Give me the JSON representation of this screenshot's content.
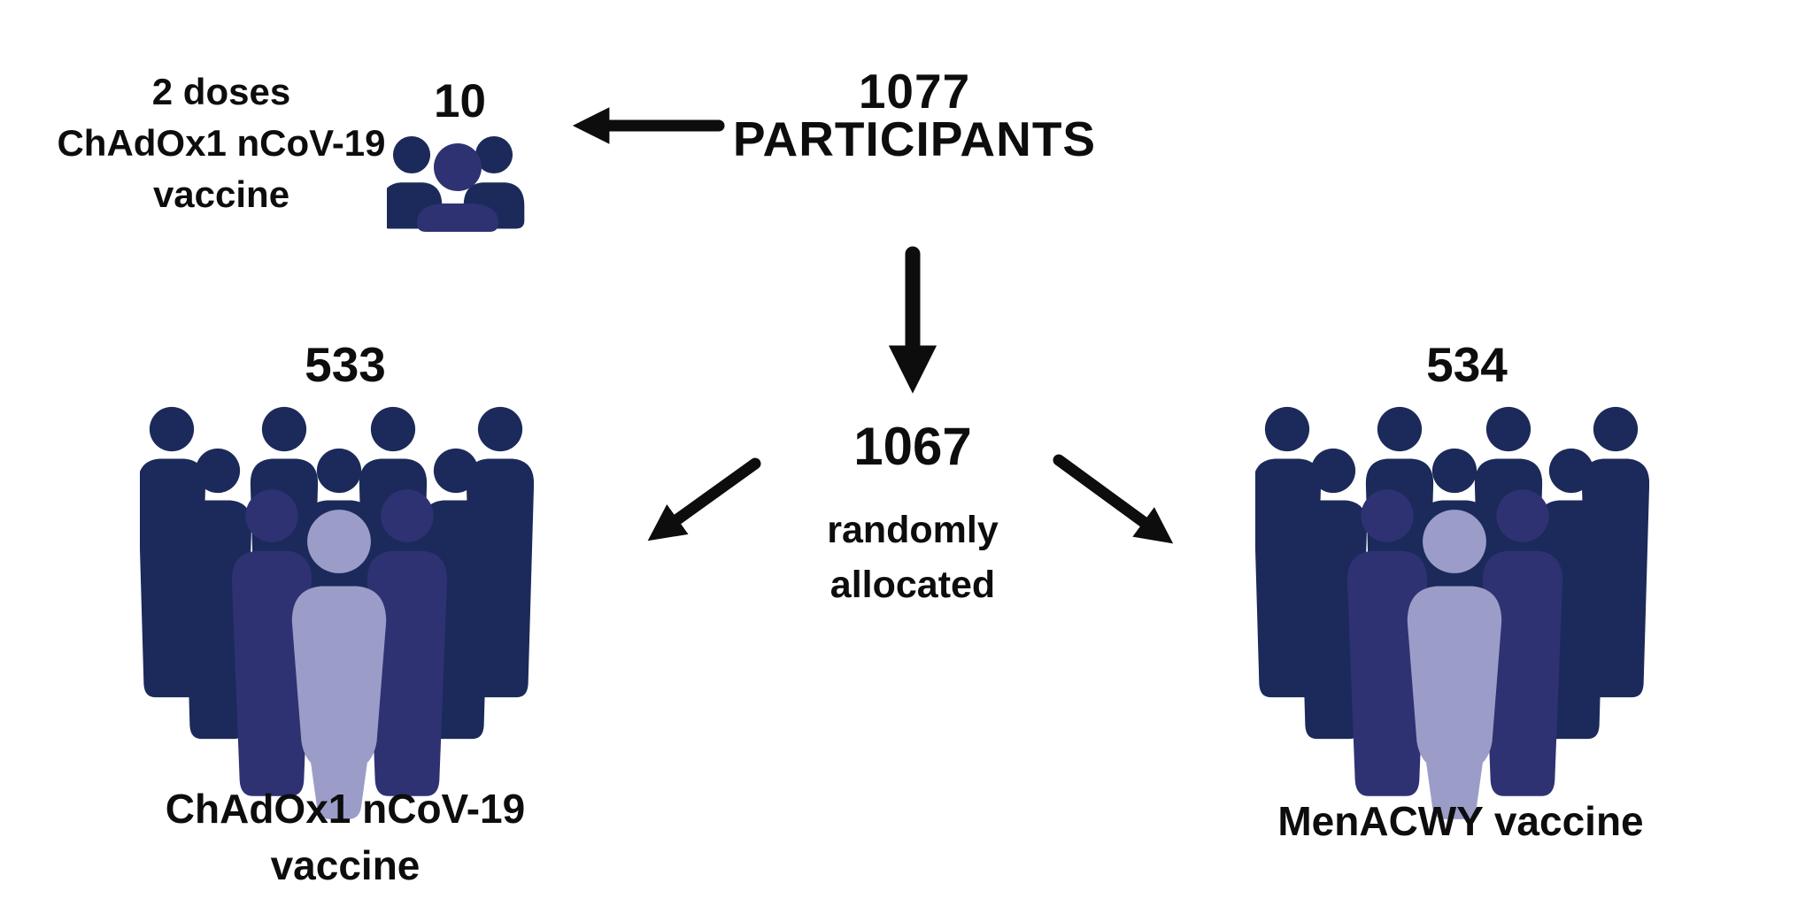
{
  "palette": {
    "bg": "#ffffff",
    "text": "#0d0d0d",
    "arrow": "#0d0d0d",
    "navy": "#1b2a5a",
    "indigo": "#2e3273",
    "lavender": "#9b9dc8"
  },
  "diagram": {
    "pilot": {
      "count": "10",
      "label_lines": [
        "2 doses",
        "ChAdOx1 nCoV-19",
        "vaccine"
      ]
    },
    "header": {
      "count": "1077",
      "label": "PARTICIPANTS"
    },
    "allocation": {
      "count": "1067",
      "label_lines": [
        "randomly",
        "allocated"
      ]
    },
    "arm_left": {
      "count": "533",
      "label_lines": [
        "ChAdOx1 nCoV-19",
        "vaccine"
      ]
    },
    "arm_right": {
      "count": "534",
      "label": "MenACWY vaccine"
    }
  }
}
